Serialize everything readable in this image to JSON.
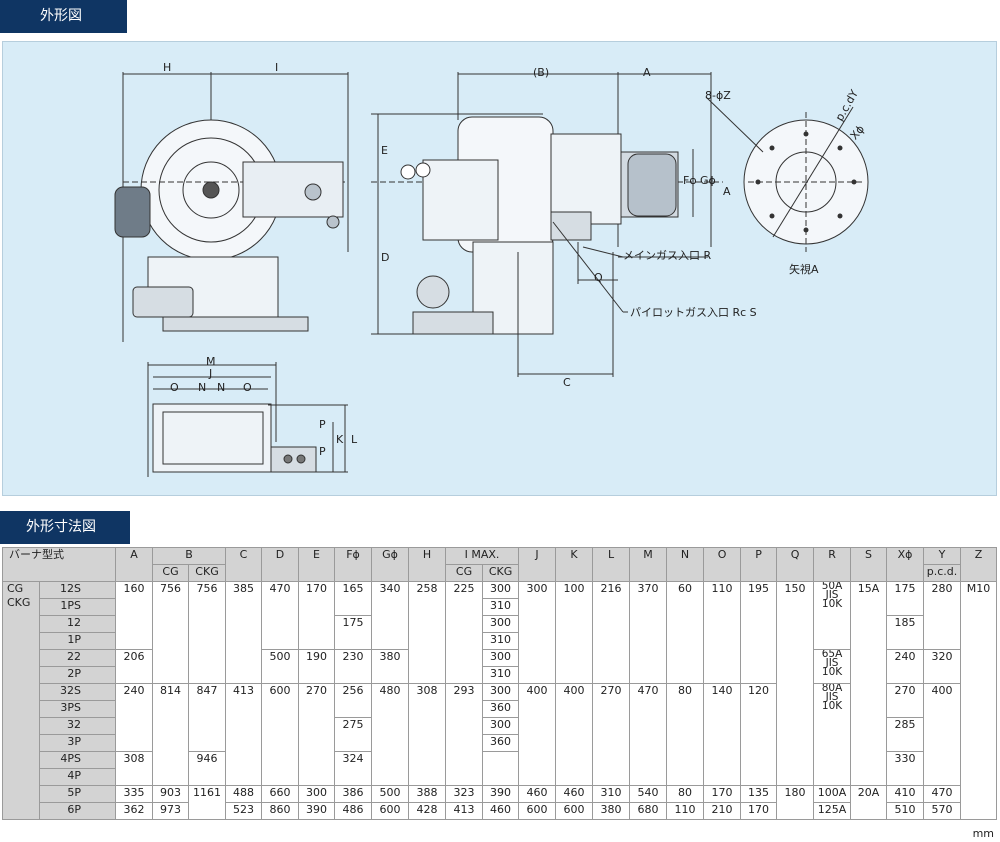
{
  "section_titles": {
    "outline": "外形図",
    "dimensions": "外形寸法図"
  },
  "drawing_labels": {
    "H": "H",
    "I": "I",
    "B": "(B)",
    "A": "A",
    "E": "E",
    "D": "D",
    "F": "Fϕ",
    "G": "Gϕ",
    "A2": "A",
    "Q": "Q",
    "C": "C",
    "main_gas": "メインガス入口  R",
    "pilot_gas": "パイロットガス入口  Rc  S",
    "bolts": "8-ϕZ",
    "pcd": "p.c.dY",
    "x": "Xϕ",
    "view": "矢視A",
    "M": "M",
    "J": "J",
    "O1": "O",
    "N1": "N",
    "N2": "N",
    "O2": "O",
    "P1": "P",
    "P2": "P",
    "K": "K",
    "L": "L"
  },
  "table_headers": {
    "model": "バーナ型式",
    "A": "A",
    "B": "B",
    "B_CG": "CG",
    "B_CKG": "CKG",
    "C": "C",
    "D": "D",
    "E": "E",
    "F": "Fϕ",
    "G": "Gϕ",
    "H": "H",
    "I": "I MAX.",
    "I_CG": "CG",
    "I_CKG": "CKG",
    "J": "J",
    "K": "K",
    "L": "L",
    "M": "M",
    "N": "N",
    "O": "O",
    "P": "P",
    "Q": "Q",
    "R": "R",
    "S": "S",
    "X": "Xϕ",
    "Y": "Y",
    "Y_sub": "p.c.d.",
    "Z": "Z"
  },
  "series": [
    "CG",
    "CKG"
  ],
  "models": [
    "12S",
    "1PS",
    "12",
    "1P",
    "22",
    "2P",
    "32S",
    "3PS",
    "32",
    "3P",
    "4PS",
    "4P",
    "5P",
    "6P"
  ],
  "values": {
    "r0": {
      "A": "160",
      "BCG": "756",
      "BCKG": "756",
      "C": "385",
      "D": "470",
      "E": "170",
      "F": "165",
      "G": "340",
      "H": "258",
      "ICG": "225",
      "ICKG": "300",
      "J": "300",
      "K": "100",
      "L": "216",
      "M": "370",
      "N": "60",
      "O": "110",
      "P": "195",
      "Q": "150",
      "R1": "50A",
      "R2": "JIS",
      "R3": "10K",
      "S": "15A",
      "X": "175",
      "Y": "280",
      "Z": "M10"
    },
    "r1": {
      "ICKG": "310"
    },
    "r2": {
      "F": "175",
      "ICKG": "300",
      "X": "185"
    },
    "r3": {
      "ICKG": "310"
    },
    "r4": {
      "A": "206",
      "D": "500",
      "E": "190",
      "F": "230",
      "G": "380",
      "ICKG": "300",
      "R1": "65A",
      "R2": "JIS",
      "R3": "10K",
      "X": "240",
      "Y": "320"
    },
    "r5": {
      "ICKG": "310"
    },
    "r6": {
      "A": "240",
      "BCG": "814",
      "BCKG": "847",
      "C": "413",
      "D": "600",
      "E": "270",
      "F": "256",
      "G": "480",
      "H": "308",
      "ICG": "293",
      "ICKG": "300",
      "J": "400",
      "K": "400",
      "L": "270",
      "M": "470",
      "N": "80",
      "O": "140",
      "P": "120",
      "R1": "80A",
      "R2": "JIS",
      "R3": "10K",
      "X": "270",
      "Y": "400"
    },
    "r7": {
      "ICKG": "360"
    },
    "r8": {
      "F": "275",
      "ICKG": "300",
      "X": "285"
    },
    "r9": {
      "ICKG": "360"
    },
    "r10": {
      "A": "308",
      "BCKG": "946",
      "F": "324",
      "X": "330"
    },
    "r12": {
      "A": "335",
      "BCG": "903",
      "BCKG": "1161",
      "C": "488",
      "D": "660",
      "E": "300",
      "F": "386",
      "G": "500",
      "H": "388",
      "ICG": "323",
      "ICKG": "390",
      "J": "460",
      "K": "460",
      "L": "310",
      "M": "540",
      "N": "80",
      "O": "170",
      "P": "135",
      "Q": "180",
      "R": "100A",
      "S": "20A",
      "X": "410",
      "Y": "470"
    },
    "r13": {
      "A": "362",
      "BCG": "973",
      "C": "523",
      "D": "860",
      "E": "390",
      "F": "486",
      "G": "600",
      "H": "428",
      "ICG": "413",
      "ICKG": "460",
      "J": "600",
      "K": "600",
      "L": "380",
      "M": "680",
      "N": "110",
      "O": "210",
      "P": "170",
      "R": "125A",
      "X": "510",
      "Y": "570"
    }
  },
  "unit": "mm",
  "colors": {
    "title_bg": "#0f3563",
    "drawing_bg": "#d8ecf7",
    "header_bg": "#d3d3d3"
  }
}
